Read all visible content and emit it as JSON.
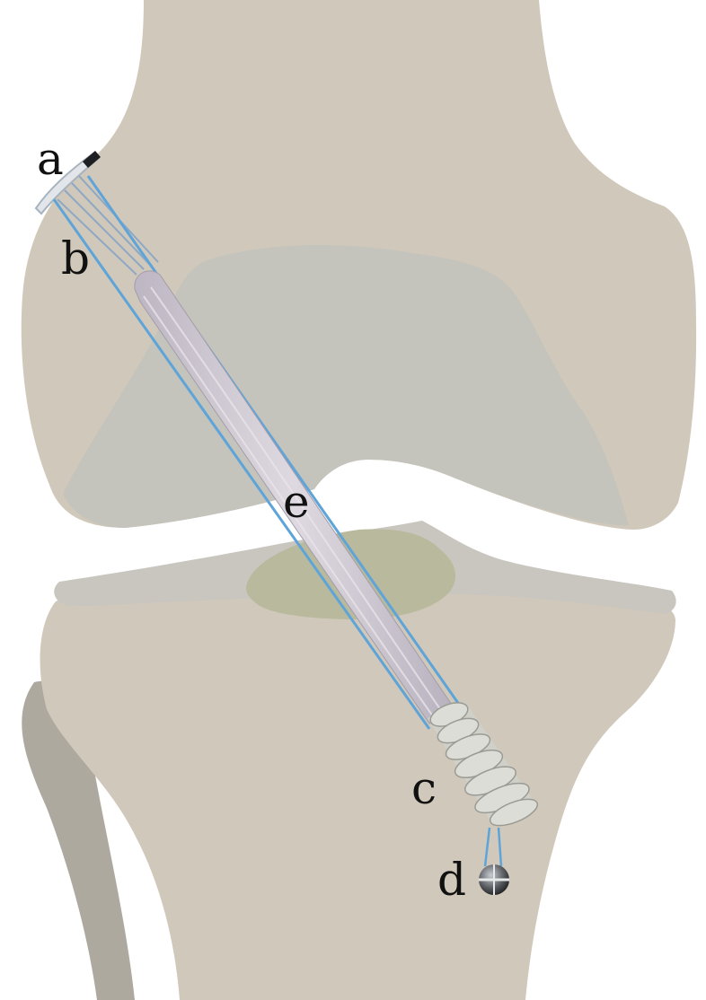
{
  "labels": {
    "a": "a",
    "b": "b",
    "c": "c",
    "d": "d",
    "e": "e"
  },
  "colors": {
    "bone": "#d0c8ba",
    "bone_shadow": "#b9b3a7",
    "condyle_overlay": "#c4c4bc",
    "meniscus": "#c9c6c0",
    "ligament_remnant": "#b9b99d",
    "tunnel_line": "#5ea4d8",
    "graft": "#cbc5cf",
    "screw": "#d5d6cf",
    "outline": "#8f908a"
  }
}
